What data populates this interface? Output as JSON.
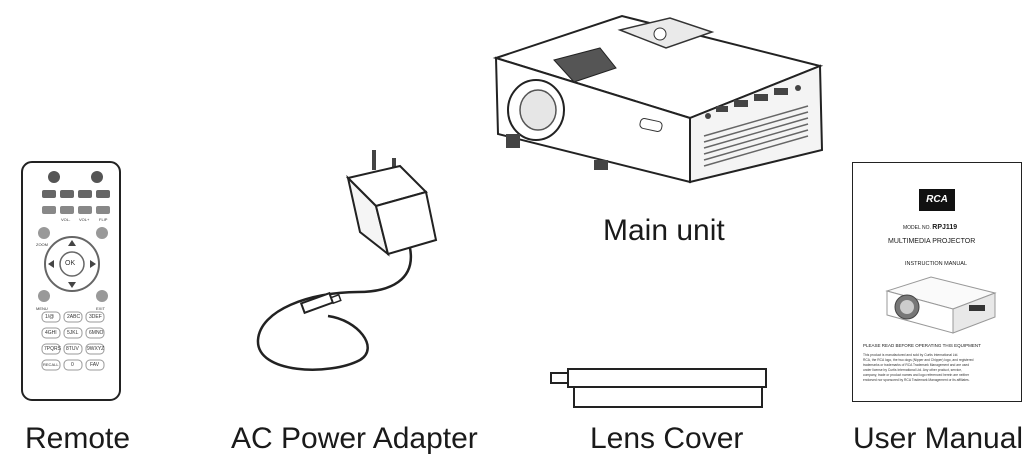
{
  "items": [
    {
      "id": "remote",
      "label": "Remote"
    },
    {
      "id": "adapter",
      "label": "AC Power Adapter"
    },
    {
      "id": "main_unit",
      "label": "Main unit"
    },
    {
      "id": "lens_cover",
      "label": "Lens Cover"
    },
    {
      "id": "manual",
      "label": "User Manual"
    }
  ],
  "remote": {
    "ok_label": "OK",
    "menu_label": "MENU",
    "exit_label": "EXIT",
    "zoom_label": "ZOOM",
    "flip_label": "FLIP",
    "vol_minus_label": "VOL-",
    "vol_plus_label": "VOL+",
    "recall_label": "RECALL",
    "fav_label": "FAV",
    "keypad": [
      "1/@",
      "2ABC",
      "3DEF",
      "4GHI",
      "5JKL",
      "6MNO",
      "7PQRS",
      "8TUV",
      "9WXYZ",
      "0"
    ]
  },
  "manual": {
    "brand": "RCA",
    "model_prefix": "MODEL NO.",
    "model": "RPJ119",
    "product": "MULTIMEDIA PROJECTOR",
    "doc_type": "INSTRUCTION MANUAL",
    "notice": "PLEASE READ BEFORE OPERATING THIS EQUIPMENT",
    "legal_1": "This product is manufactured and sold by Curtis International Ltd.",
    "legal_2": "RCA, the RCA logo, the two dogs (Nipper and Chipper) logo, and registered",
    "legal_3": "trademarks or trademarks of RCA Trademark Management and are used",
    "legal_4": "under license by Curtis International Ltd. Any other product, service,",
    "legal_5": "company, trade or product names and logo referenced herein are neither",
    "legal_6": "endorsed nor sponsored by RCA Trademark Management or its affiliates."
  }
}
